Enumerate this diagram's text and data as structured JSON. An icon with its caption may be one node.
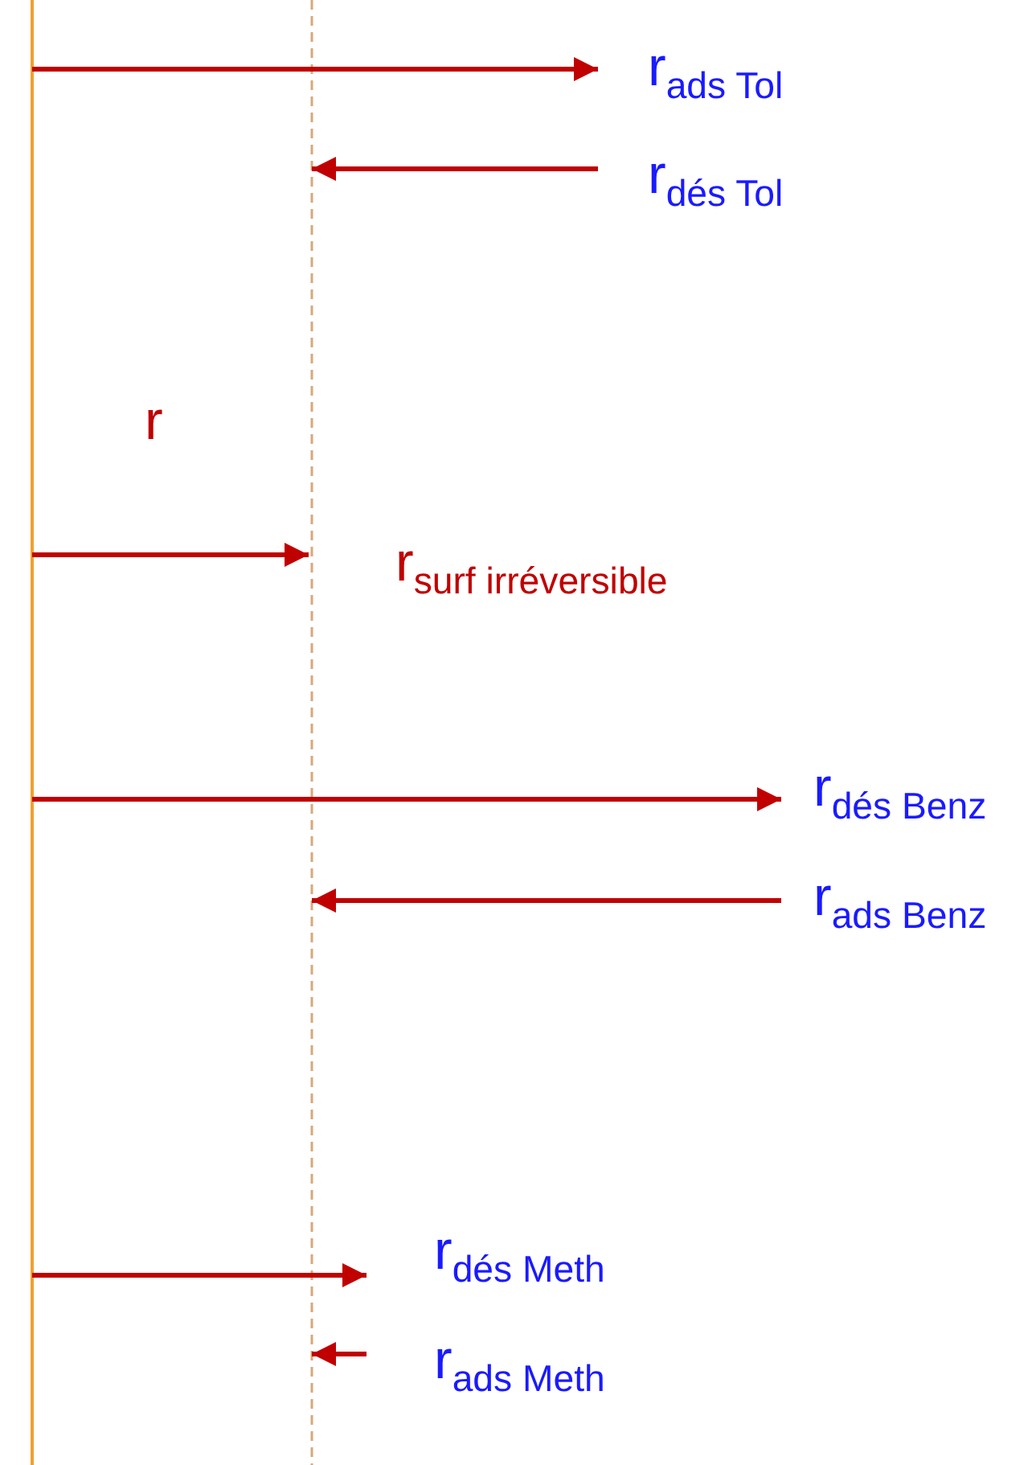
{
  "diagram": {
    "labels": [
      "r$_{ads Tol}$",
      "r$_{dés Tol}$",
      "r",
      "r$_{surf irréversible}$",
      "r$_{dés Benz}$",
      "r$_{ads Benz}$",
      "r$_{dés Meth}$",
      "r$_{ads Meth}$"
    ]
  }
}
